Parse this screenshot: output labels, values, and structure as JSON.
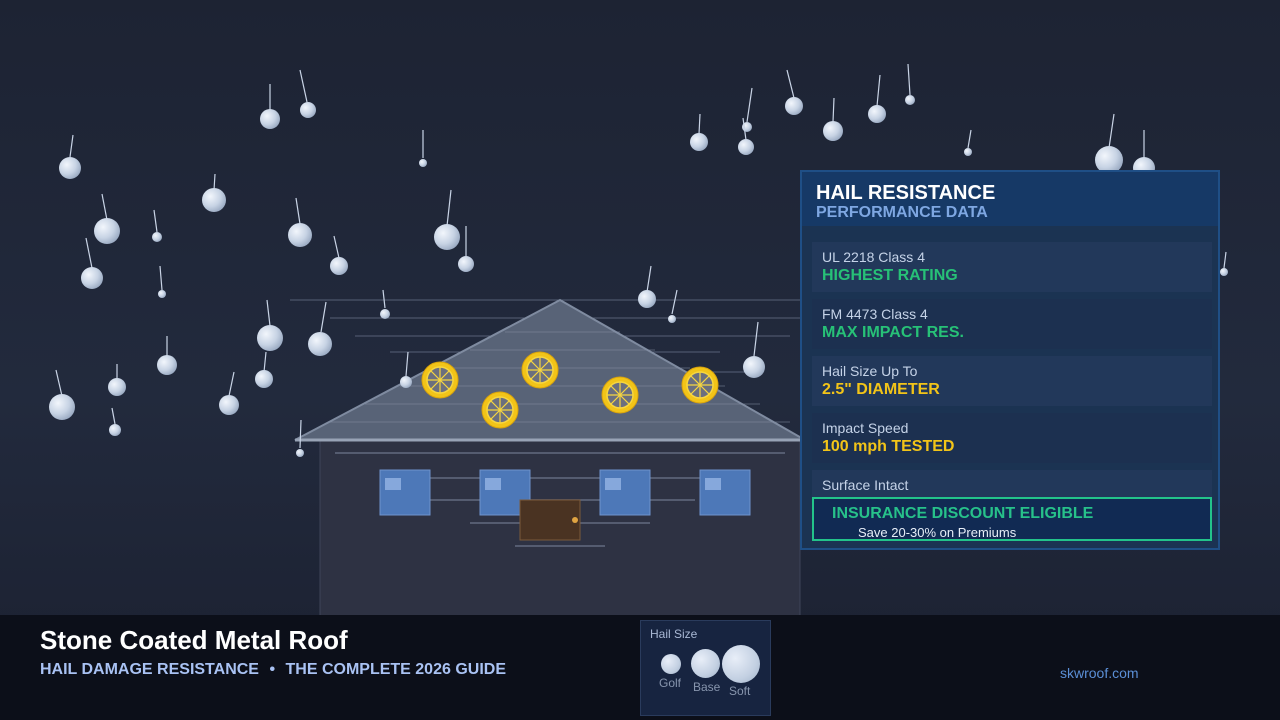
{
  "panel": {
    "title": "HAIL RESISTANCE",
    "subtitle": "PERFORMANCE DATA",
    "stats": [
      {
        "label": "UL 2218 Class 4",
        "value": "HIGHEST RATING",
        "color": "#27c177"
      },
      {
        "label": "FM 4473 Class 4",
        "value": "MAX IMPACT RES.",
        "color": "#27c177"
      },
      {
        "label": "Hail Size Up To",
        "value": "2.5\"  DIAMETER",
        "color": "#f2c418"
      },
      {
        "label": "Impact Speed",
        "value": "100 mph TESTED",
        "color": "#f2c418"
      },
      {
        "label": "Surface Intact",
        "value": ""
      }
    ],
    "discount": {
      "title": "INSURANCE DISCOUNT ELIGIBLE",
      "subtitle": "Save 20-30% on Premiums"
    }
  },
  "footer": {
    "headline": "Stone Coated Metal Roof",
    "subline_left": "HAIL DAMAGE RESISTANCE",
    "subline_sep": "•",
    "subline_right": "THE COMPLETE 2026 GUIDE",
    "website": "skwroof.com"
  },
  "hail_size": {
    "title": "Hail Size",
    "sizes": [
      {
        "label": "Golf"
      },
      {
        "label": "Base"
      },
      {
        "label": "Soft"
      }
    ]
  },
  "colors": {
    "accent_green": "#27c177",
    "accent_yellow": "#f2c418",
    "panel_bg": "#1b3352",
    "impact_marker": "#f2c418"
  }
}
